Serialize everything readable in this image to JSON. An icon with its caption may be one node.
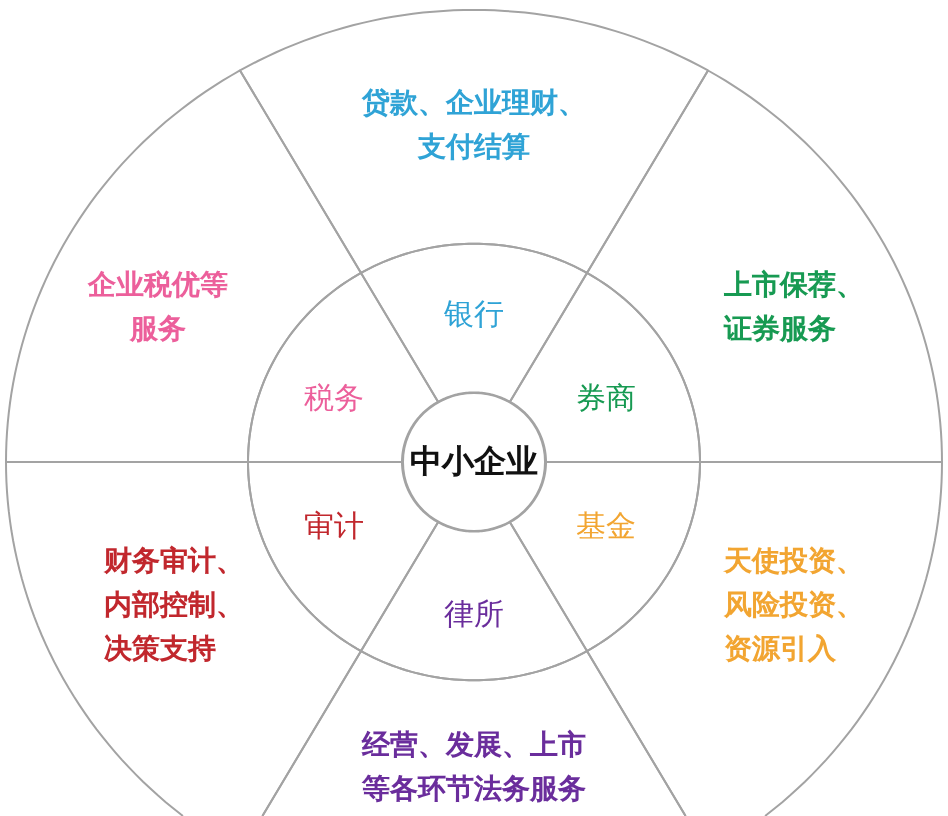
{
  "diagram": {
    "nodes": [
      {
        "text": [
          "中小企业"
        ]
      },
      {
        "text": [
          "银行"
        ]
      },
      {
        "text": [
          "券商"
        ]
      },
      {
        "text": [
          "基金"
        ]
      },
      {
        "text": [
          "律所"
        ]
      },
      {
        "text": [
          "审计"
        ]
      },
      {
        "text": [
          "税务"
        ]
      },
      {
        "text": [
          "贷款、企业理财、支付结算"
        ]
      },
      {
        "text": [
          "上市保荐、证券服务"
        ]
      },
      {
        "text": [
          "天使投资、风险投资、资源引入"
        ]
      },
      {
        "text": [
          "经营、发展、上市等各环节法务服务"
        ]
      },
      {
        "text": [
          "财务审计、内部控制、决策支持"
        ]
      },
      {
        "text": [
          "企业税优等服务"
        ]
      }
    ]
  }
}
